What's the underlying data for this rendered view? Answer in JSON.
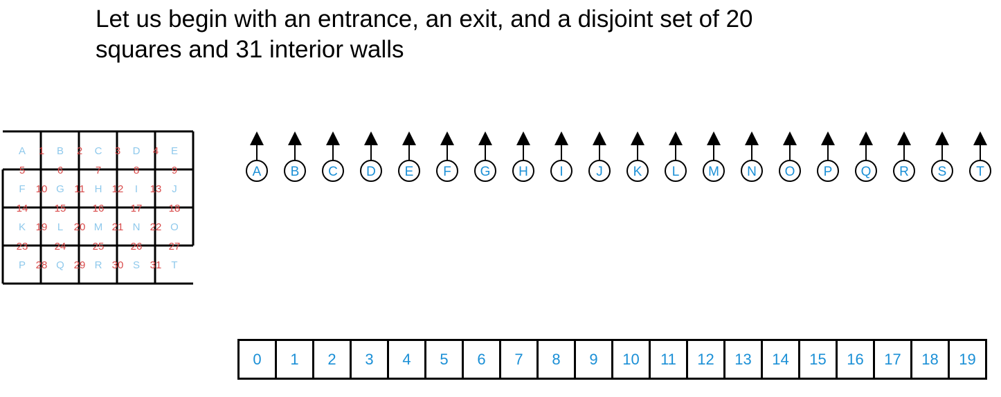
{
  "title": {
    "line1": "Let us begin with an entrance, an exit, and a disjoint set of 20",
    "line2": "squares and 31 interior walls"
  },
  "maze": {
    "cells": [
      [
        "A",
        "B",
        "C",
        "D",
        "E"
      ],
      [
        "F",
        "G",
        "H",
        "I",
        "J"
      ],
      [
        "K",
        "L",
        "M",
        "N",
        "O"
      ],
      [
        "P",
        "Q",
        "R",
        "S",
        "T"
      ]
    ],
    "vertical_walls": [
      [
        "1",
        "2",
        "3",
        "4"
      ],
      [
        "10",
        "11",
        "12",
        "13"
      ],
      [
        "19",
        "20",
        "21",
        "22"
      ],
      [
        "28",
        "29",
        "30",
        "31"
      ]
    ],
    "horizontal_walls": [
      [
        "5",
        "6",
        "7",
        "8",
        "9"
      ],
      [
        "14",
        "15",
        "16",
        "17",
        "18"
      ],
      [
        "23",
        "24",
        "25",
        "26",
        "27"
      ]
    ],
    "colors": {
      "cell_text": "#8fc9ec",
      "wall_text": "#d94a4a",
      "grid": "#000000"
    }
  },
  "forest": {
    "nodes": [
      "A",
      "B",
      "C",
      "D",
      "E",
      "F",
      "G",
      "H",
      "I",
      "J",
      "K",
      "L",
      "M",
      "N",
      "O",
      "P",
      "Q",
      "R",
      "S",
      "T"
    ],
    "colors": {
      "node_text": "#1a8fd6",
      "stroke": "#000000"
    }
  },
  "array": {
    "indices": [
      "0",
      "1",
      "2",
      "3",
      "4",
      "5",
      "6",
      "7",
      "8",
      "9",
      "10",
      "11",
      "12",
      "13",
      "14",
      "15",
      "16",
      "17",
      "18",
      "19"
    ],
    "colors": {
      "text": "#1a8fd6"
    }
  }
}
